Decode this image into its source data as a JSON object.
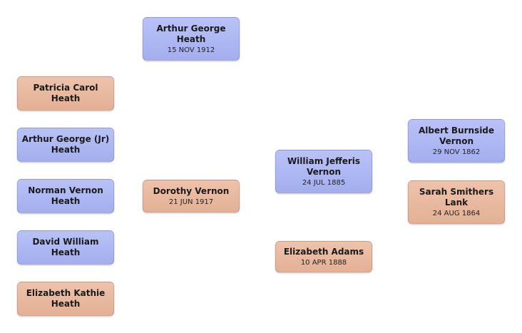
{
  "people": {
    "arthur_george": {
      "name": "Arthur George\nHeath",
      "date": "15 NOV 1912",
      "sex": "male"
    },
    "patricia": {
      "name": "Patricia Carol\nHeath",
      "date": "",
      "sex": "female"
    },
    "arthur_jr": {
      "name": "Arthur George (Jr)\nHeath",
      "date": "",
      "sex": "male"
    },
    "norman": {
      "name": "Norman Vernon\nHeath",
      "date": "",
      "sex": "male"
    },
    "david": {
      "name": "David William\nHeath",
      "date": "",
      "sex": "male"
    },
    "elizabeth_kathie": {
      "name": "Elizabeth Kathie\nHeath",
      "date": "",
      "sex": "female"
    },
    "dorothy": {
      "name": "Dorothy  Vernon",
      "date": "21 JUN 1917",
      "sex": "female"
    },
    "william": {
      "name": "William Jefferis\nVernon",
      "date": "24 JUL 1885",
      "sex": "male"
    },
    "elizabeth_adams": {
      "name": "Elizabeth  Adams",
      "date": "10 APR 1888",
      "sex": "female"
    },
    "albert": {
      "name": "Albert Burnside\nVernon",
      "date": "29 NOV 1862",
      "sex": "male"
    },
    "sarah": {
      "name": "Sarah Smithers\nLank",
      "date": "24 AUG 1864",
      "sex": "female"
    }
  },
  "colors": {
    "male_fill": "#a9b3f1",
    "female_fill": "#e8b79c"
  }
}
